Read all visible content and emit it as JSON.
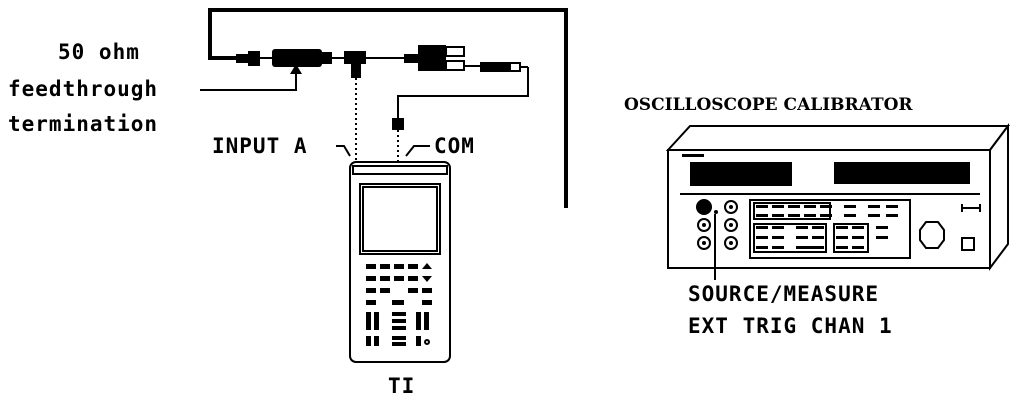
{
  "labels": {
    "termination_line1": "50 ohm",
    "termination_line2": "feedthrough",
    "termination_line3": "termination",
    "input_a": "INPUT A",
    "com": "COM",
    "calibrator_title": "OSCILLOSCOPE CALIBRATOR",
    "source_measure": "SOURCE/MEASURE",
    "ext_trig": "EXT TRIG CHAN 1",
    "device": "TI"
  }
}
